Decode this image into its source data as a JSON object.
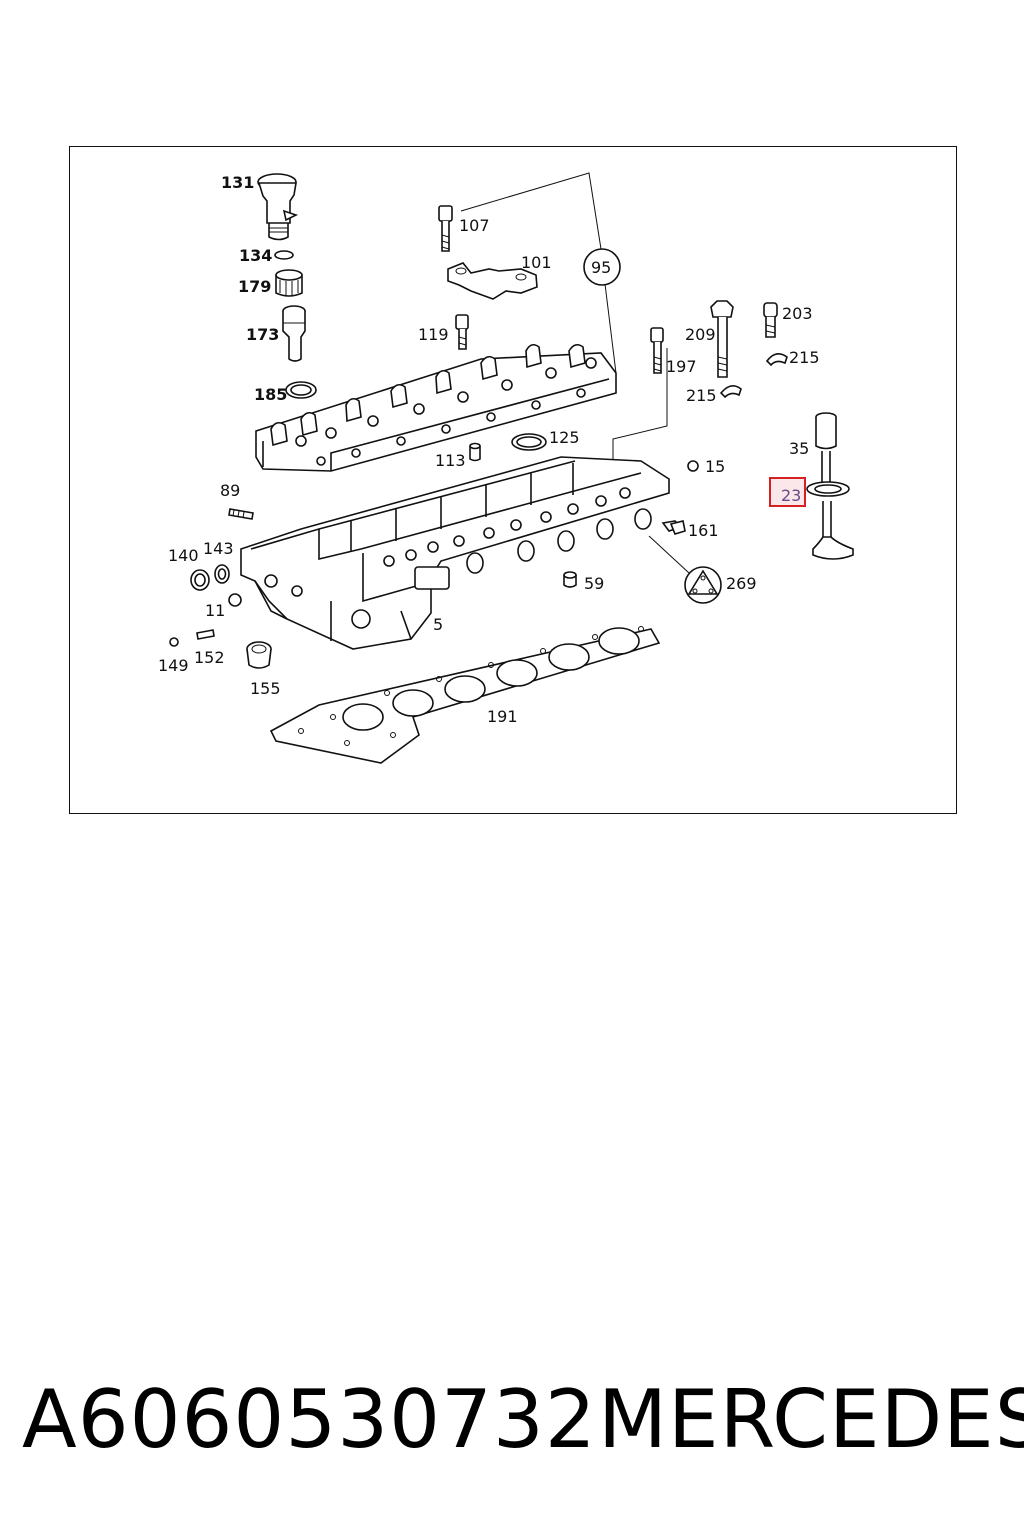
{
  "diagram": {
    "callouts": [
      {
        "id": "131",
        "text": "131"
      },
      {
        "id": "134",
        "text": "134"
      },
      {
        "id": "179",
        "text": "179"
      },
      {
        "id": "173",
        "text": "173"
      },
      {
        "id": "185",
        "text": "185"
      },
      {
        "id": "107",
        "text": "107"
      },
      {
        "id": "101",
        "text": "101"
      },
      {
        "id": "95",
        "text": "95"
      },
      {
        "id": "119",
        "text": "119"
      },
      {
        "id": "209",
        "text": "209"
      },
      {
        "id": "203",
        "text": "203"
      },
      {
        "id": "197",
        "text": "197"
      },
      {
        "id": "215a",
        "text": "215"
      },
      {
        "id": "215b",
        "text": "215"
      },
      {
        "id": "125",
        "text": "125"
      },
      {
        "id": "113",
        "text": "113"
      },
      {
        "id": "35",
        "text": "35"
      },
      {
        "id": "15",
        "text": "15"
      },
      {
        "id": "23",
        "text": "23"
      },
      {
        "id": "89",
        "text": "89"
      },
      {
        "id": "161",
        "text": "161"
      },
      {
        "id": "140",
        "text": "140"
      },
      {
        "id": "143",
        "text": "143"
      },
      {
        "id": "269",
        "text": "269"
      },
      {
        "id": "59",
        "text": "59"
      },
      {
        "id": "11",
        "text": "11"
      },
      {
        "id": "5",
        "text": "5"
      },
      {
        "id": "149",
        "text": "149"
      },
      {
        "id": "152",
        "text": "152"
      },
      {
        "id": "155",
        "text": "155"
      },
      {
        "id": "191",
        "text": "191"
      }
    ],
    "highlighted_callout": "23",
    "highlight_color": "#d42020"
  },
  "footer": {
    "part_number": "A6060530732",
    "brand": "MERCEDES"
  }
}
